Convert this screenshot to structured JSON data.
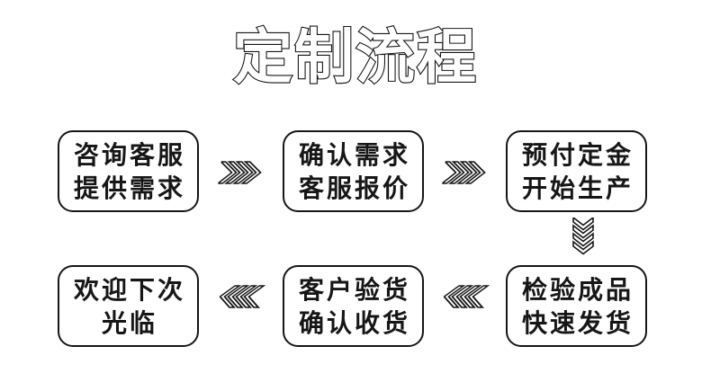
{
  "title": {
    "text": "定制流程"
  },
  "colors": {
    "ink": "#161616",
    "background": "#ffffff",
    "box_fill": "#ffffff",
    "title_fill": "#ffffff",
    "title_outline": "#161616"
  },
  "flow": {
    "rows": [
      {
        "direction": "right",
        "steps": [
          {
            "id": "consult",
            "lines": [
              "咨询客服",
              "提供需求"
            ]
          },
          {
            "id": "confirm",
            "lines": [
              "确认需求",
              "客服报价"
            ]
          },
          {
            "id": "deposit",
            "lines": [
              "预付定金",
              "开始生产"
            ]
          }
        ]
      },
      {
        "direction": "left",
        "steps": [
          {
            "id": "welcome",
            "lines": [
              "欢迎下次",
              "光临"
            ]
          },
          {
            "id": "receive",
            "lines": [
              "客户验货",
              "确认收货"
            ]
          },
          {
            "id": "inspect",
            "lines": [
              "检验成品",
              "快速发货"
            ]
          }
        ]
      }
    ]
  }
}
